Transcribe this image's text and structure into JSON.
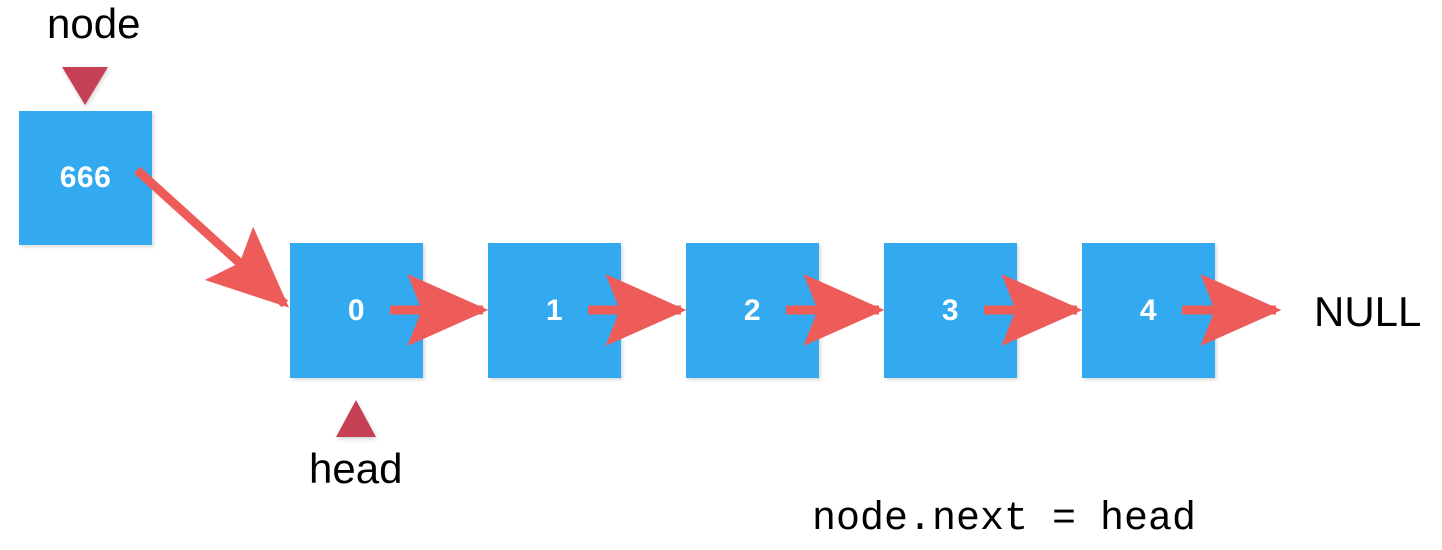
{
  "diagram": {
    "title": "node.next = head",
    "colors": {
      "node_fill": "#33AAF0",
      "node_text": "#FFFFFF",
      "arrow": "#ED5C58",
      "pointer_marker": "#C64055",
      "label_text": "#000000",
      "background": "#FFFFFF"
    },
    "new_node": {
      "value": "666",
      "pointer_label": "node"
    },
    "list": {
      "head_pointer_label": "head",
      "nodes": [
        {
          "value": "0"
        },
        {
          "value": "1"
        },
        {
          "value": "2"
        },
        {
          "value": "3"
        },
        {
          "value": "4"
        }
      ],
      "terminator": "NULL"
    },
    "caption": "node.next = head"
  }
}
